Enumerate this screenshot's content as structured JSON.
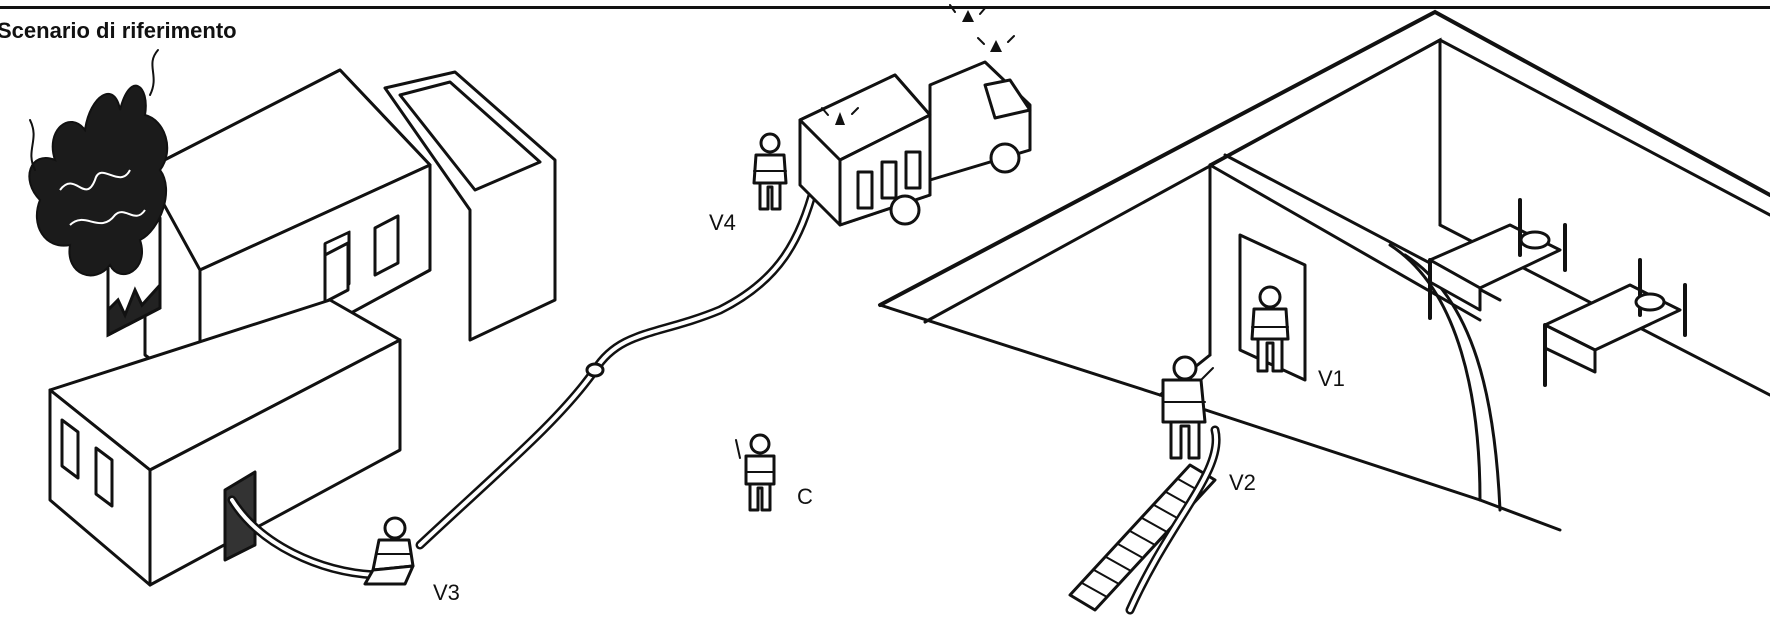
{
  "title": "Scenario di riferimento",
  "labels": {
    "v1": "V1",
    "v2": "V2",
    "v3": "V3",
    "v4": "V4",
    "c": "C"
  }
}
